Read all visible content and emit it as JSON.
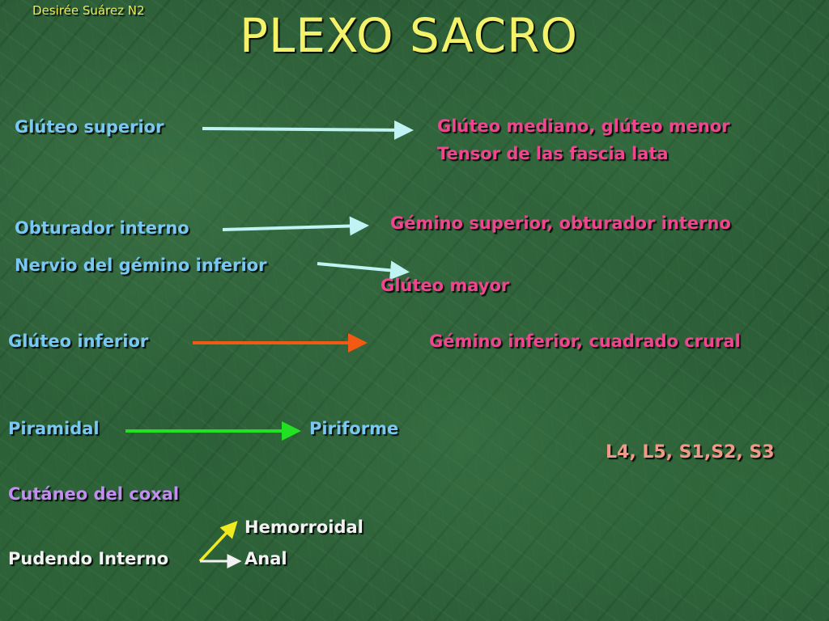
{
  "author": "Desirée Suárez N2",
  "title": "PLEXO SACRO",
  "nerves": {
    "gluteo_superior": {
      "label": "Glúteo superior",
      "target_line1": "Glúteo mediano, glúteo menor",
      "target_line2": "Tensor de las fascia lata"
    },
    "obturador_interno": {
      "label": "Obturador interno",
      "target": "Gémino superior, obturador interno"
    },
    "gemino_inferior": {
      "label": "Nervio del gémino inferior",
      "target": "Glúteo mayor"
    },
    "gluteo_inferior": {
      "label": "Glúteo inferior",
      "target": "Gémino inferior, cuadrado crural"
    },
    "piramidal": {
      "label": "Piramidal",
      "target": "Piriforme"
    },
    "roots": "L4, L5, S1,S2, S3",
    "cutaneo_coxal": {
      "label": "Cutáneo del coxal"
    },
    "pudendo_interno": {
      "label": "Pudendo Interno",
      "branch1": "Hemorroidal",
      "branch2": "Anal"
    }
  },
  "colors": {
    "nerve_label": "#79c8f4",
    "target_label": "#f0458f",
    "title": "#f3f26a",
    "arrow_cyan": "#bff3f4",
    "arrow_orange": "#f25a14",
    "arrow_green": "#22e022",
    "arrow_yellow": "#f0ea20",
    "arrow_white": "#f2f2f2"
  }
}
